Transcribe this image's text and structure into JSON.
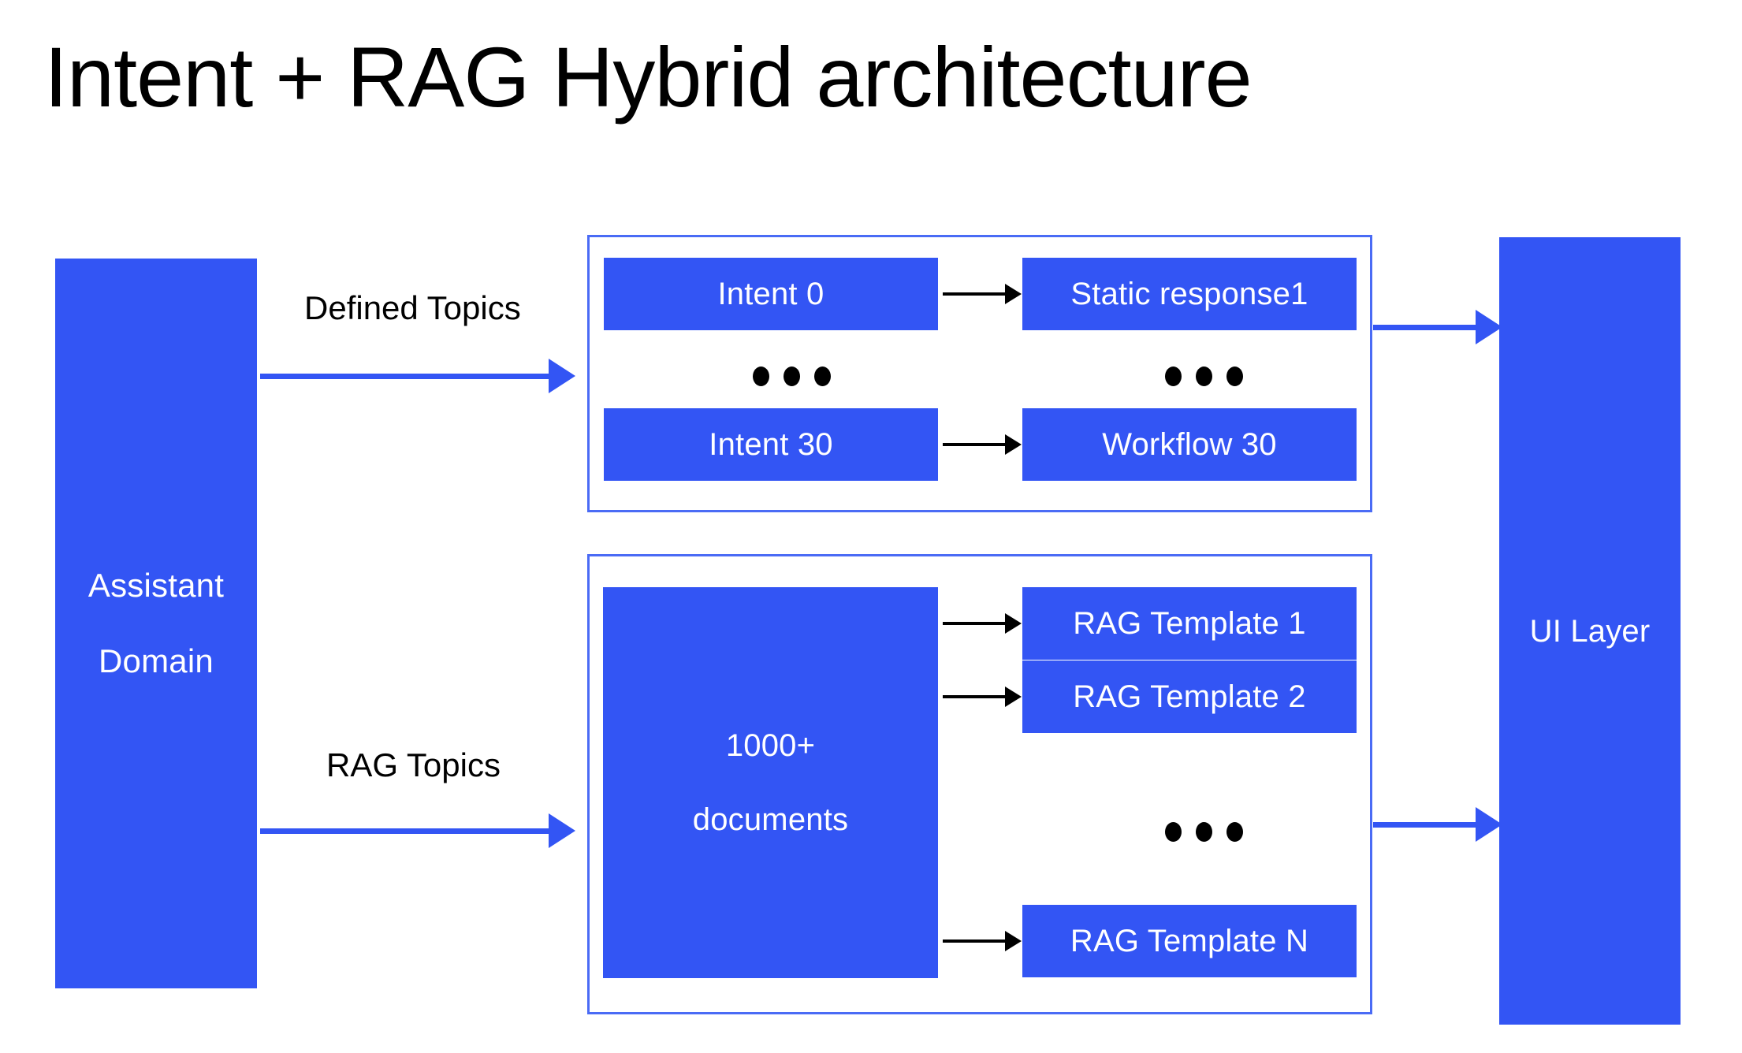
{
  "title": "Intent + RAG Hybrid architecture",
  "colors": {
    "accent_blue": "#3355f4",
    "group_border_blue": "#4a6bf5",
    "arrow_black": "#000000",
    "box_text": "#ffffff",
    "background": "#ffffff"
  },
  "left_column": {
    "name": "Assistant Domain",
    "line1": "Assistant",
    "line2": "Domain"
  },
  "right_column": {
    "label": "UI Layer"
  },
  "edges": {
    "defined_topics": "Defined Topics",
    "rag_topics": "RAG Topics"
  },
  "intent_group": {
    "rows": [
      {
        "source": "Intent 0",
        "target": "Static response1"
      },
      {
        "source": "Intent 30",
        "target": "Workflow 30"
      }
    ],
    "ellipsis": "•••"
  },
  "rag_group": {
    "documents": {
      "line1": "1000+",
      "line2": "documents"
    },
    "templates": [
      "RAG Template 1",
      "RAG Template 2",
      "RAG Template N"
    ],
    "ellipsis": "•••"
  }
}
